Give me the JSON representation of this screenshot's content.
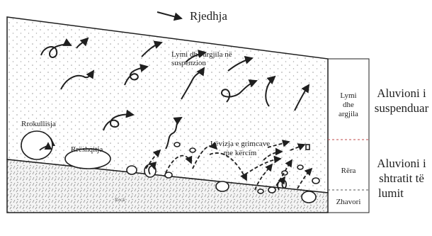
{
  "flow_label": "Rjedhja",
  "labels": {
    "silt_clay_suspension": "Lymi dhe argjila në suspenzion",
    "rolling": "Rrokullisja",
    "sliding": "Rrëshqitja",
    "saltation_line1": "Lëvizja e grimcave",
    "saltation_line2": "me kërcim",
    "rock": "Rock"
  },
  "column": {
    "top_line1": "Lymi",
    "top_line2": "dhe",
    "top_line3": "argjila",
    "middle": "Rëra",
    "bottom": "Zhavori"
  },
  "side": {
    "suspended_line1": "Aluvioni i",
    "suspended_line2": "suspenduar",
    "bed_line1": "Aluvioni i",
    "bed_line2": "shtratit të",
    "bed_line3": "lumit"
  },
  "colors": {
    "ink": "#1f1f1f",
    "dots": "#9a9a9a",
    "rock_hatch": "#8c8c8c"
  }
}
